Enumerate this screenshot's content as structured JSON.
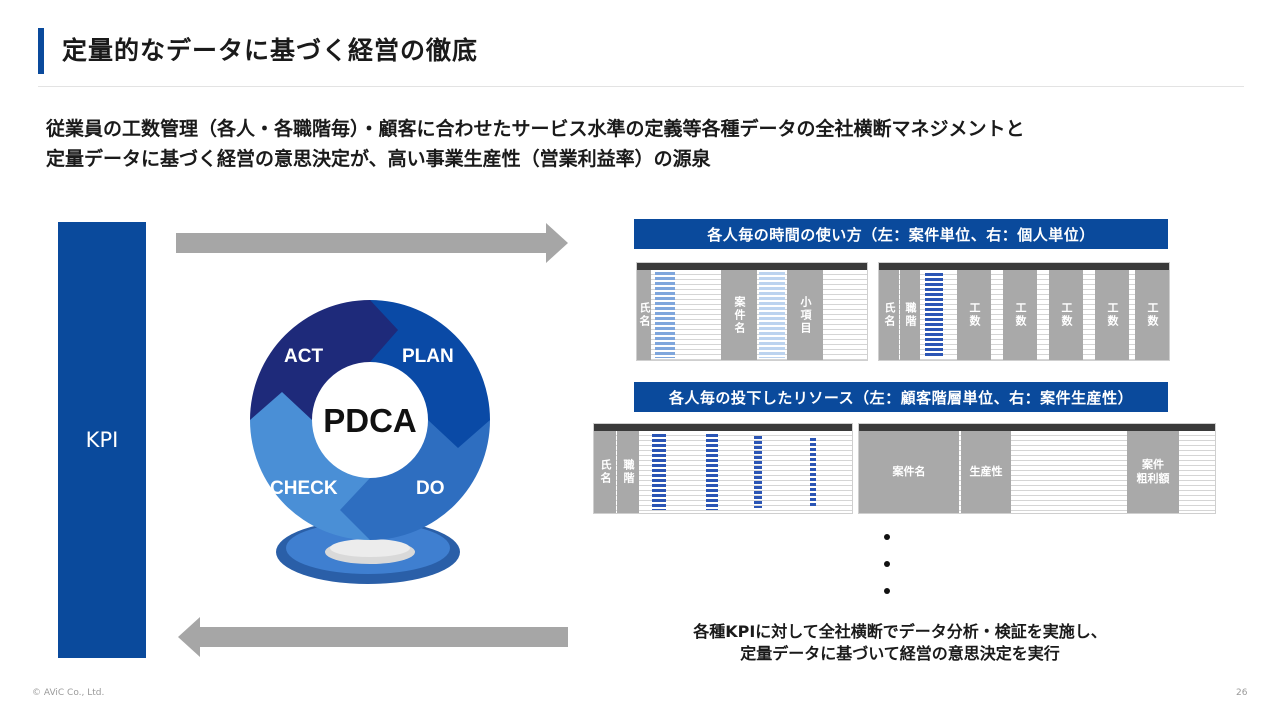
{
  "header": {
    "title": "定量的なデータに基づく経営の徹底"
  },
  "lead": {
    "line1": "従業員の工数管理（各人・各職階毎）・顧客に合わせたサービス水準の定義等各種データの全社横断マネジメントと",
    "line2": "定量データに基づく経営の意思決定が、高い事業生産性（営業利益率）の源泉"
  },
  "kpi": {
    "label": "KPI"
  },
  "cycle": {
    "act": "ACT",
    "plan": "PLAN",
    "check": "CHECK",
    "do": "DO",
    "center": "PDCA"
  },
  "section1": {
    "title": "各人毎の時間の使い方（左：案件単位、右：個人単位）",
    "left_table": {
      "name_col": "氏名",
      "project_col": "案件名",
      "item_col": "小項目"
    },
    "right_table": {
      "name_col": "氏名",
      "rank_col": "職階",
      "hours_label": "工数"
    }
  },
  "section2": {
    "title": "各人毎の投下したリソース（左：顧客階層単位、右：案件生産性）",
    "left_table": {
      "name_col": "氏名",
      "rank_col": "職階"
    },
    "right_table": {
      "project_col": "案件名",
      "productivity_col": "生産性",
      "profit_line1": "案件",
      "profit_line2": "粗利額"
    }
  },
  "caption": {
    "line1": "各種KPIに対して全社横断でデータ分析・検証を実施し、",
    "line2": "定量データに基づいて経営の意思決定を実行"
  },
  "footer": {
    "copyright": "© AViC Co., Ltd.",
    "page": "26"
  },
  "colors": {
    "brand_blue": "#0a4a9c",
    "arrow_gray": "#a6a6a6",
    "table_gray": "#a9a9a9"
  }
}
